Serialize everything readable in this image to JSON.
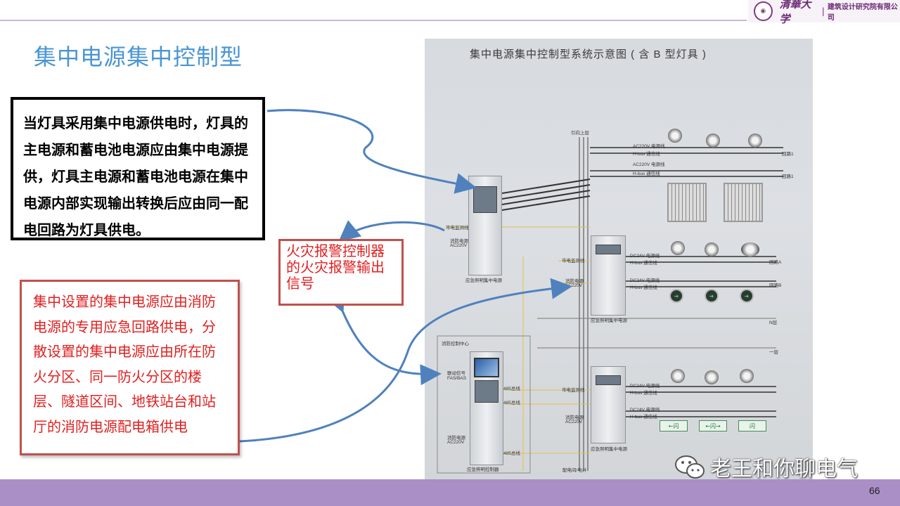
{
  "header": {
    "logo_script": "清華大学",
    "logo_text": "建筑设计研究院有限公司"
  },
  "page_title": "集中电源集中控制型",
  "notes": {
    "main_power": "当灯具采用集中电源供电时，灯具的主电源和蓄电池电源应由集中电源提供，灯具主电源和蓄电池电源在集中电源内部实现输出转换后应由同一配电回路为灯具供电。",
    "fire_alarm": "火灾报警控制器的火灾报警输出信号",
    "fire_power": "集中设置的集中电源应由消防电源的专用应急回路供电，分散设置的集中电源应由所在防火分区、同一防火分区的楼层、隧道区间、地铁站台和站厅的消防电源配电箱供电"
  },
  "diagram": {
    "title": "集中电源集中控制型系统示意图 ( 含 B 型灯具 )",
    "riser_label": "引向上层",
    "bottom_label": "配电间/电井",
    "cabinet_top": {
      "mains": "市电监测线",
      "fire": "消防电源",
      "ac": "AC220V",
      "name": "应急照明集中电源"
    },
    "cabinet_mid": {
      "mains": "市电监测线",
      "fire": "消防电源",
      "ac": "AC220V",
      "name": "应急照明集中电源"
    },
    "cabinet_low": {
      "mains": "市电监测线",
      "fire": "消防电源",
      "ac": "AC220V",
      "name": "应急照明集中电源"
    },
    "controller": {
      "room": "消防控制中心",
      "link": "联动信号",
      "fas": "FAS/BAS",
      "fire": "消防电源",
      "ac": "AC220V",
      "name": "应急照明控制器",
      "bus": "485总线"
    },
    "lines": {
      "ac220": "AC220V",
      "dc24": "DC24V",
      "power": "电源线",
      "hbus": "H-bus",
      "comm": "通信线"
    },
    "loops": {
      "loop1": "回路1",
      "loopA": "回路A",
      "loopB": "回路B",
      "nfloor": "N层",
      "floor1": "一层"
    },
    "exit_sign": "闪"
  },
  "watermark": "老王和你聊电气",
  "page_number": "66",
  "colors": {
    "title": "#4a95d3",
    "red_text": "#e02020",
    "red_border": "#c0504d",
    "footer": "#a98fc6",
    "arrow": "#4f81bd"
  }
}
